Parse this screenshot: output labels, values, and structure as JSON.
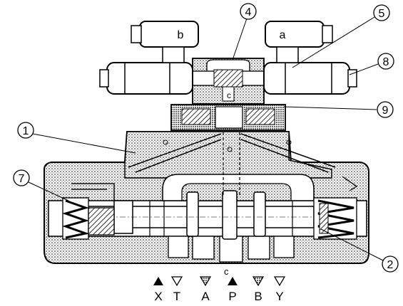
{
  "diagram": {
    "callouts": [
      {
        "id": "1",
        "label": "1"
      },
      {
        "id": "2",
        "label": "2"
      },
      {
        "id": "4",
        "label": "4"
      },
      {
        "id": "5",
        "label": "5"
      },
      {
        "id": "7",
        "label": "7"
      },
      {
        "id": "8",
        "label": "8"
      },
      {
        "id": "9",
        "label": "9"
      }
    ],
    "coils": {
      "left": "b",
      "right": "a"
    },
    "ports": [
      {
        "symbol": "▲",
        "label": "X"
      },
      {
        "symbol": "▽",
        "label": "T"
      },
      {
        "symbol": "▼",
        "label": "A"
      },
      {
        "symbol": "▲",
        "label": "P"
      },
      {
        "symbol": "▼",
        "label": "B"
      },
      {
        "symbol": "▽",
        "label": "Y"
      }
    ],
    "internal_labels": {
      "pilot": "c",
      "main": "c"
    }
  }
}
